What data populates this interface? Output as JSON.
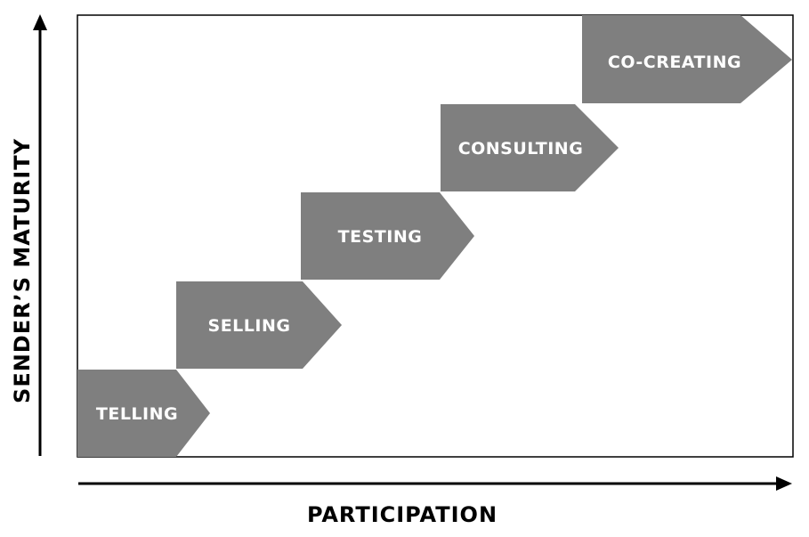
{
  "diagram": {
    "y_axis_label": "SENDER’S MATURITY",
    "x_axis_label": "PARTICIPATION",
    "steps": [
      {
        "label": "TELLING"
      },
      {
        "label": "SELLING"
      },
      {
        "label": "TESTING"
      },
      {
        "label": "CONSULTING"
      },
      {
        "label": "CO-CREATING"
      }
    ]
  },
  "colors": {
    "step_fill": "#7f7f7f",
    "axis": "#000000",
    "frame": "#000000",
    "text": "#ffffff"
  }
}
